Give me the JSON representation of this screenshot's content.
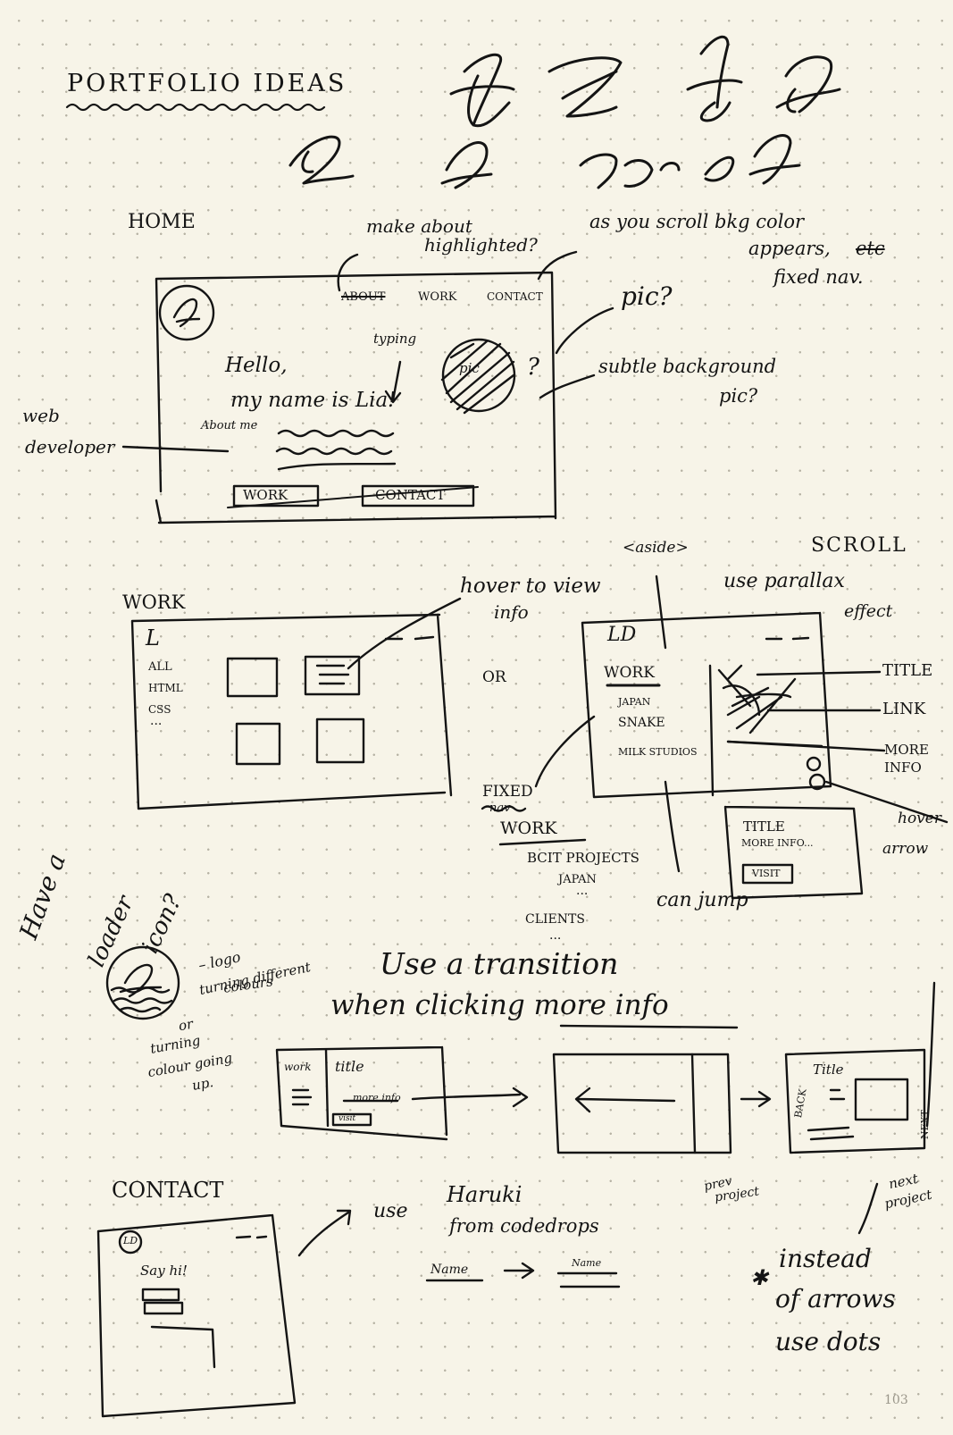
{
  "header": {
    "title": "PORTFOLIO IDEAS"
  },
  "home": {
    "heading": "HOME",
    "notes": {
      "about_highlight": [
        "make about",
        "highlighted?"
      ],
      "scroll_bg": [
        "as you scroll bkg color",
        "appears,",
        "etc",
        "fixed nav."
      ],
      "pic": "pic?",
      "subtle_bg": [
        "subtle background",
        "pic?"
      ],
      "web_dev": [
        "web",
        "developer"
      ],
      "typing": "typing"
    },
    "wire": {
      "logo": "L",
      "nav_about": "ABOUT",
      "nav_work": "WORK",
      "nav_contact": "CONTACT",
      "hello": "Hello,",
      "name": "my name is Lia!",
      "about_me": "About me",
      "pic_label": "pic",
      "question": "?",
      "btn_work": "WORK",
      "btn_contact": "CONTACT"
    }
  },
  "work": {
    "heading": "WORK",
    "hover_note": [
      "hover to view",
      "info"
    ],
    "or": "OR",
    "wire": {
      "logo": "L",
      "filters": [
        "ALL",
        "HTML",
        "CSS",
        "..."
      ]
    },
    "aside": "<aside>",
    "scroll": "SCROLL",
    "parallax": [
      "use parallax",
      "effect"
    ],
    "wire2": {
      "logo": "LD",
      "work_label": "WORK",
      "items": [
        "JAPAN",
        "SNAKE",
        "MILK STUDIOS"
      ]
    },
    "labels": [
      "TITLE",
      "LINK",
      "MORE INFO",
      "hover",
      "arrow"
    ],
    "card": {
      "title": "TITLE",
      "more_info": "MORE INFO...",
      "visit": "VISIT"
    },
    "fixed_note": [
      "FIXED",
      "nav",
      "WORK"
    ],
    "jump_list": [
      "BCIT PROJECTS",
      "JAPAN",
      "...",
      "CLIENTS",
      "..."
    ],
    "can_jump": "can jump"
  },
  "loader": {
    "note": [
      "Have a",
      "loader",
      "icon?"
    ],
    "logo_note": [
      "– logo",
      "turning different",
      "colours"
    ],
    "or_note": [
      "or",
      "turning",
      "colour going",
      "up."
    ]
  },
  "transition": {
    "heading": [
      "Use a transition",
      "when clicking more info"
    ],
    "wire1": {
      "work": "work",
      "title": "title",
      "more_info": "more info",
      "visit": "visit"
    },
    "wire3": {
      "back": "BACK",
      "title": "Title",
      "next": "NEXT"
    },
    "prev_project": [
      "prev",
      "project"
    ],
    "next_project": [
      "next",
      "project"
    ]
  },
  "contact": {
    "heading": "CONTACT",
    "wire": {
      "logo": "LD",
      "say_hi": "Say hi!"
    },
    "note": [
      "use",
      "Haruki",
      "from codedrops"
    ],
    "name_from": "Name",
    "name_to": "Name",
    "dots_note": [
      "instead",
      "of arrows",
      "use dots"
    ]
  },
  "page_number": "103"
}
